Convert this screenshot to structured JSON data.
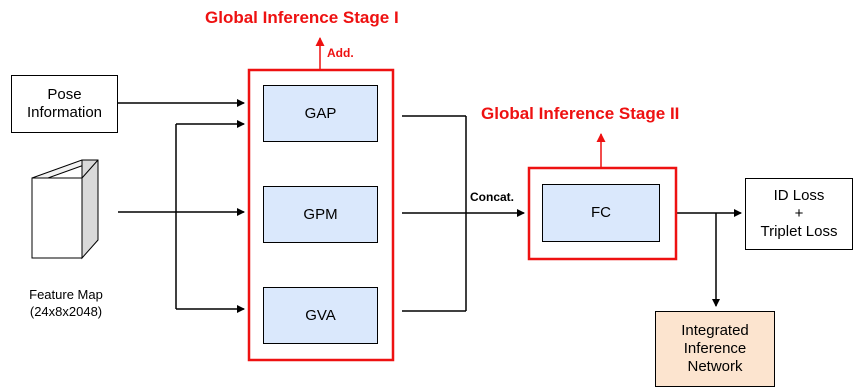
{
  "inputs": {
    "pose_information": "Pose\nInformation",
    "feature_map": "Feature Map\n(24x8x2048)"
  },
  "stage1": {
    "title": "Global Inference Stage I",
    "op": "Add.",
    "blocks": [
      "GAP",
      "GPM",
      "GVA"
    ]
  },
  "stage2": {
    "title": "Global Inference Stage II",
    "op": "Concat.",
    "block": "FC"
  },
  "outputs": {
    "loss": "ID Loss\n+\nTriplet Loss",
    "network": "Integrated\nInference\nNetwork"
  },
  "colors": {
    "accent_red": "#ee1111",
    "block_fill": "#dae8fc",
    "network_fill": "#fce4cf"
  }
}
